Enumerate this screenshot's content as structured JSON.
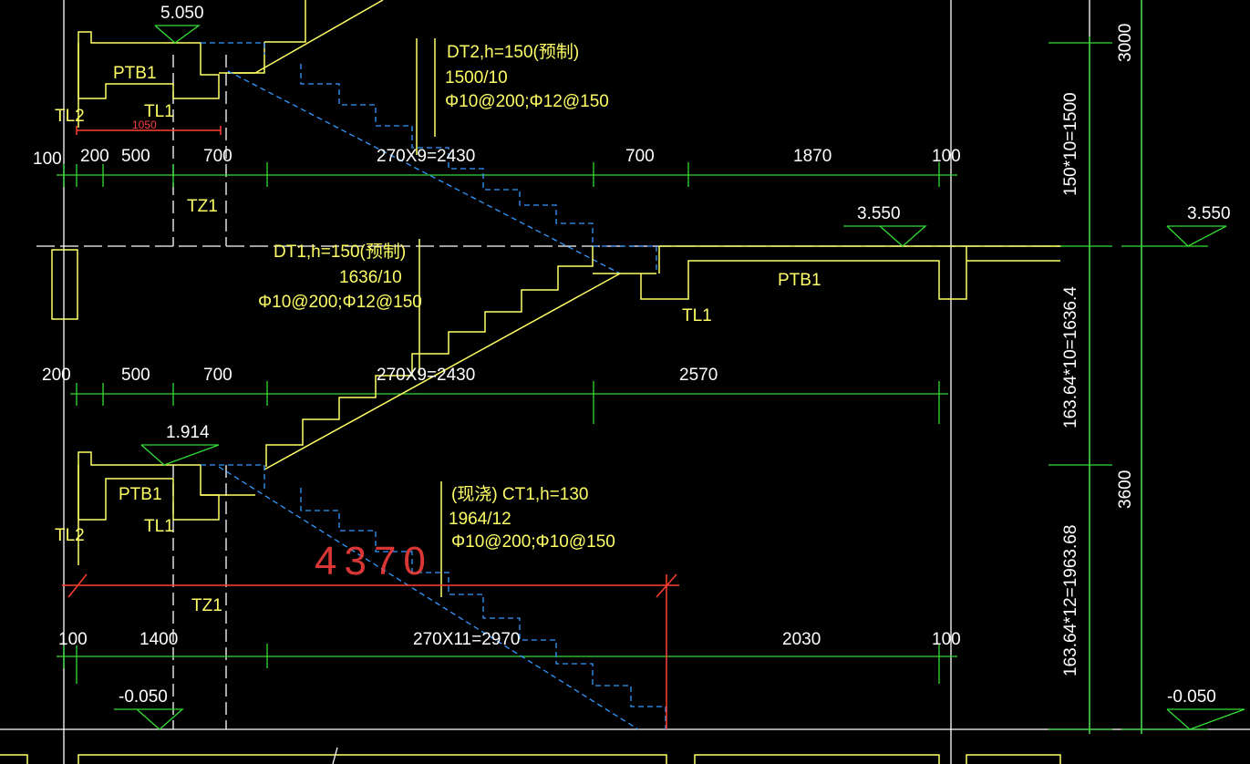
{
  "labels": {
    "elev_top": "5.050",
    "elev_mid_left": "3.550",
    "elev_mid_right": "3.550",
    "elev_low": "1.914",
    "elev_bottom_left": "-0.050",
    "elev_bottom_right": "-0.050",
    "ptb1_top": "PTB1",
    "ptb1_mid": "PTB1",
    "ptb1_low": "PTB1",
    "tl1_top": "TL1",
    "tl1_mid": "TL1",
    "tl1_low": "TL1",
    "tl2_top": "TL2",
    "tl2_low": "TL2",
    "tz1_top": "TZ1",
    "tz1_low": "TZ1",
    "dim_1050": "1050",
    "dim_4370": "4370",
    "dt2_title": "DT2,h=150(预制)",
    "dt2_size": "1500/10",
    "dt2_rebar": "Φ10@200;Φ12@150",
    "dt1_title": "DT1,h=150(预制)",
    "dt1_size": "1636/10",
    "dt1_rebar": "Φ10@200;Φ12@150",
    "ct1_title": "(现浇) CT1,h=130",
    "ct1_size": "1964/12",
    "ct1_rebar": "Φ10@200;Φ10@150"
  },
  "dim_row_1": [
    "100",
    "200",
    "500",
    "700",
    "270X9=2430",
    "700",
    "1870",
    "100"
  ],
  "dim_row_2": [
    "200",
    "500",
    "700",
    "270X9=2430",
    "2570"
  ],
  "dim_row_3": [
    "100",
    "1400",
    "270X11=2970",
    "2030",
    "100"
  ],
  "vertical_dims": {
    "top": "3000",
    "flight_top": "150*10=1500",
    "flight_mid": "163.64*10=1636.4",
    "story": "3600",
    "flight_low": "163.64*12=1963.68"
  },
  "colors": {
    "background": "#000000",
    "structure": "#ffff66",
    "dimension": "#33dd33",
    "hidden": "#3399ff",
    "highlight": "#ff4030",
    "text": "#ffffff"
  }
}
